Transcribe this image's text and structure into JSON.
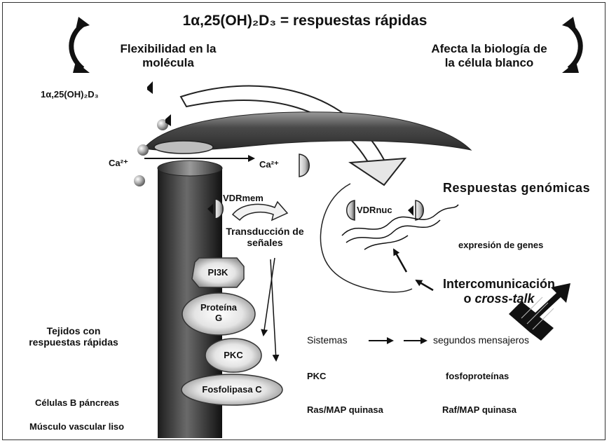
{
  "diagram": {
    "title_prefix": "1",
    "title_formula": "α,25(OH)₂D₃",
    "title_suffix": " = respuestas rápidas",
    "top_left_line1": "Flexibilidad en la",
    "top_left_line2": "molécula",
    "top_right_line1": "Afecta la biología de",
    "top_right_line2": "la célula blanco",
    "ligand_label": "1α,25(OH)₂D₃",
    "ca_left": "Ca²⁺",
    "ca_right": "Ca²⁺",
    "vdr_mem": "VDRmem",
    "vdr_nuc": "VDRnuc",
    "transduccion_line1": "Transducción de",
    "transduccion_line2": "señales",
    "pi3k": "PI3K",
    "proteina_line1": "Proteína",
    "proteina_line2": "G",
    "pkc_node": "PKC",
    "fosfolipasa": "Fosfolipasa C",
    "respuestas_genomicas": "Respuestas genómicas",
    "expresion_genes": "expresión de genes",
    "intercomunicacion": "Intercomunicación",
    "crosstalk_prefix": "o ",
    "crosstalk_word": "cross-talk",
    "tejidos_line1": "Tejidos con",
    "tejidos_line2": "respuestas rápidas",
    "celulas_b": "Células B páncreas",
    "musculo": "Músculo vascular liso",
    "sistemas": "Sistemas",
    "segundos_mensajeros": "segundos mensajeros",
    "pkc_bottom": "PKC",
    "ras_map": "Ras/MAP quinasa",
    "fosfoproteinas": "fosfoproteínas",
    "raf_map": "Raf/MAP quinasa"
  }
}
